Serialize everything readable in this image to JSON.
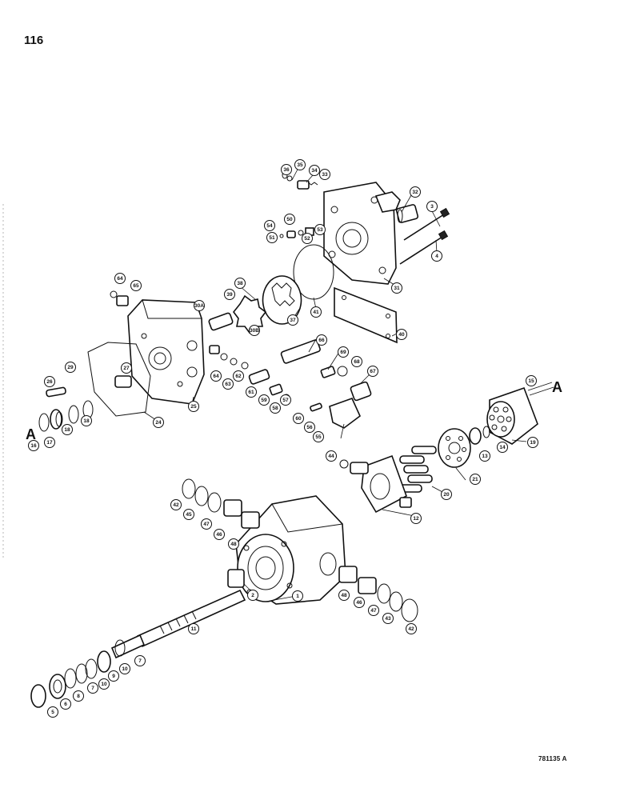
{
  "page_number": "116",
  "figure_reference": "781135 A",
  "view_reference_letter": "A",
  "callout_numbers": [
    "1",
    "2",
    "3",
    "4",
    "5",
    "6",
    "7",
    "8",
    "9",
    "10",
    "11",
    "12",
    "13",
    "14",
    "15",
    "16",
    "17",
    "18",
    "19",
    "20",
    "21",
    "24",
    "25",
    "26",
    "27",
    "29",
    "30A",
    "30B",
    "31",
    "32",
    "33",
    "34",
    "35",
    "36",
    "37",
    "38",
    "39",
    "40",
    "41",
    "42",
    "43",
    "44",
    "45",
    "46",
    "47",
    "48",
    "50",
    "51",
    "52",
    "53",
    "54",
    "55",
    "56",
    "57",
    "58",
    "59",
    "60",
    "61",
    "62",
    "63",
    "64",
    "65",
    "66",
    "67",
    "68",
    "69"
  ]
}
